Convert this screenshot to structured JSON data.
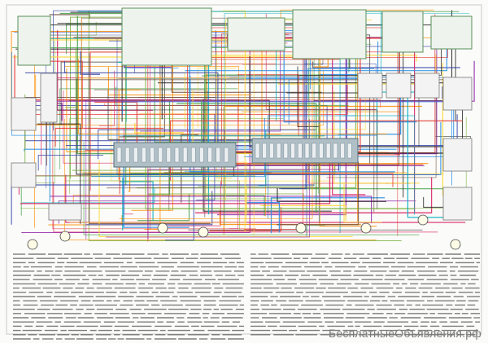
{
  "watermark": "БесплатныеОбъявления.рф",
  "legend": {
    "left_lines": 21,
    "right_lines": 20
  },
  "colors": {
    "background": "#fbfbf9",
    "wire_palette": [
      "#e53935",
      "#1e88e5",
      "#43a047",
      "#fdd835",
      "#8e24aa",
      "#fb8c00",
      "#6d4c41",
      "#00acc1",
      "#d81b60",
      "#212121",
      "#7cb342",
      "#3949ab"
    ],
    "component": "#5b8f5b",
    "fuse_block": "#b0bec5",
    "legend_text": "#555555"
  }
}
